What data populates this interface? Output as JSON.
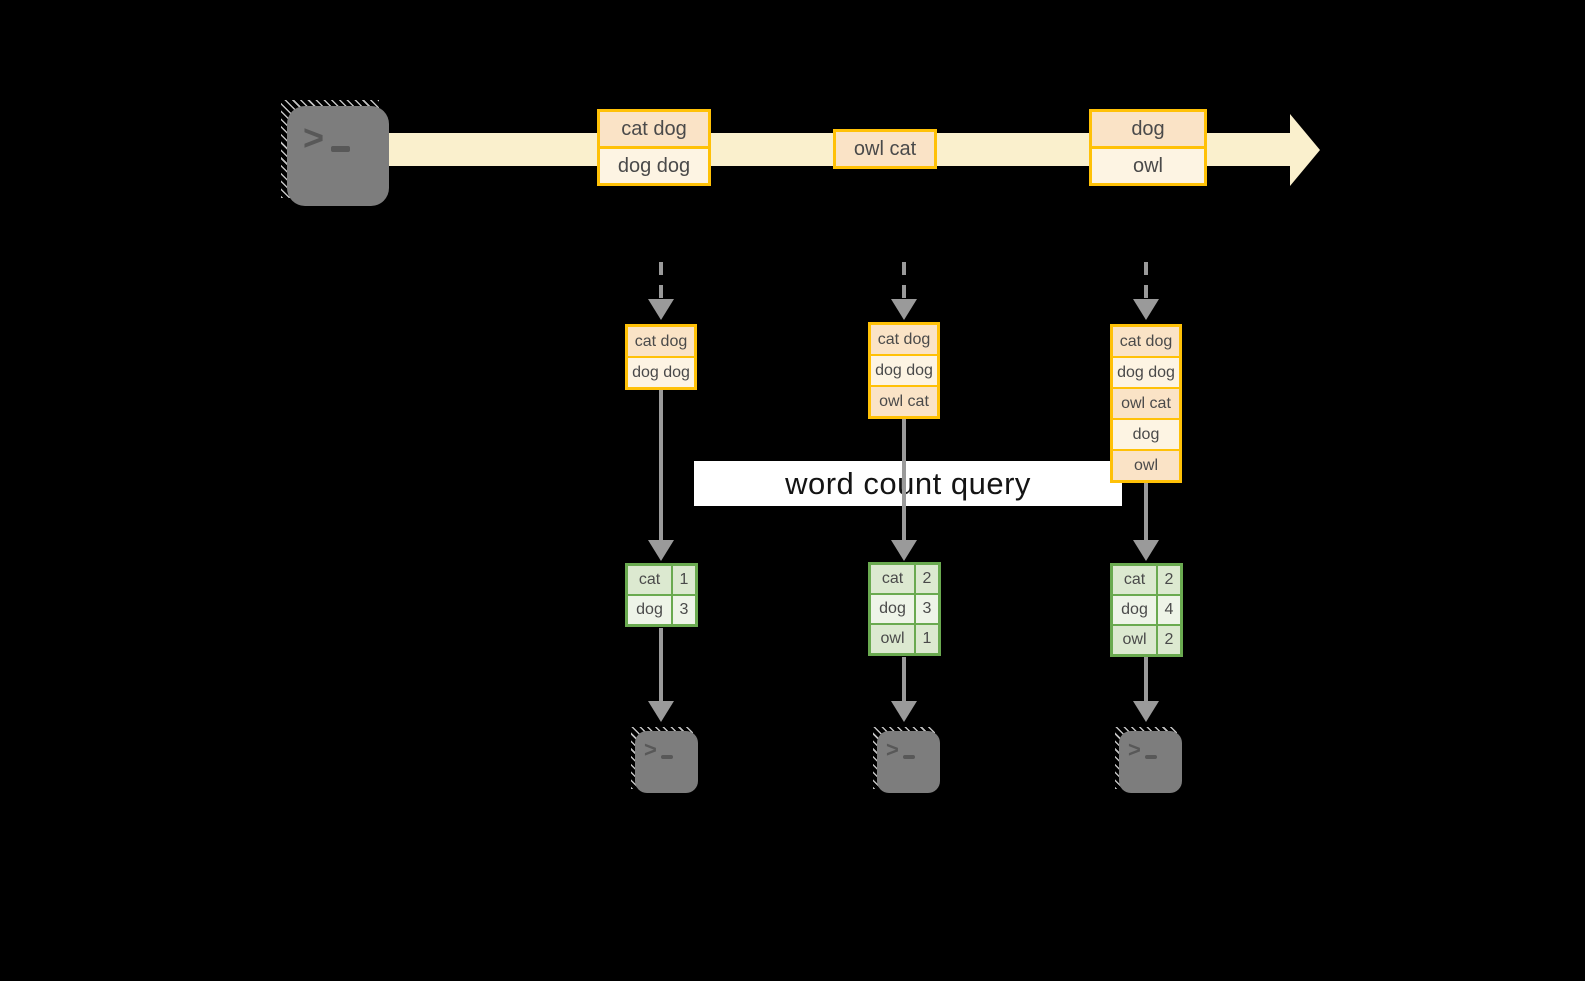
{
  "banner": {
    "label": "word count query"
  },
  "stream": {
    "source_icon": "terminal-icon",
    "batches": [
      {
        "records": [
          "cat dog",
          "dog dog"
        ]
      },
      {
        "records": [
          "owl cat"
        ]
      },
      {
        "records": [
          "dog",
          "owl"
        ]
      }
    ]
  },
  "columns": [
    {
      "state": [
        "cat dog",
        "dog dog"
      ],
      "counts": [
        {
          "word": "cat",
          "count": "1"
        },
        {
          "word": "dog",
          "count": "3"
        }
      ],
      "sink_icon": "terminal-icon"
    },
    {
      "state": [
        "cat dog",
        "dog dog",
        "owl cat"
      ],
      "counts": [
        {
          "word": "cat",
          "count": "2"
        },
        {
          "word": "dog",
          "count": "3"
        },
        {
          "word": "owl",
          "count": "1"
        }
      ],
      "sink_icon": "terminal-icon"
    },
    {
      "state": [
        "cat dog",
        "dog dog",
        "owl cat",
        "dog",
        "owl"
      ],
      "counts": [
        {
          "word": "cat",
          "count": "2"
        },
        {
          "word": "dog",
          "count": "4"
        },
        {
          "word": "owl",
          "count": "2"
        }
      ],
      "sink_icon": "terminal-icon"
    }
  ],
  "icons": {
    "terminal_glyph": ">"
  },
  "colors": {
    "background": "#000000",
    "stream_band": "#FAF0CD",
    "box_border": "#FFC107",
    "cell_peach": "#FAE3C6",
    "cell_cream": "#FDF4E3",
    "cell_text": "#4A4A4A",
    "green_border": "#6AAA50",
    "green_row_a": "#DCE9D0",
    "green_row_b": "#EEF4E8",
    "arrow_gray": "#9A9A9A",
    "terminal_gray": "#7D7D7D",
    "terminal_glyph": "#585858",
    "banner_bg": "#FFFFFF",
    "banner_text": "#141414"
  }
}
